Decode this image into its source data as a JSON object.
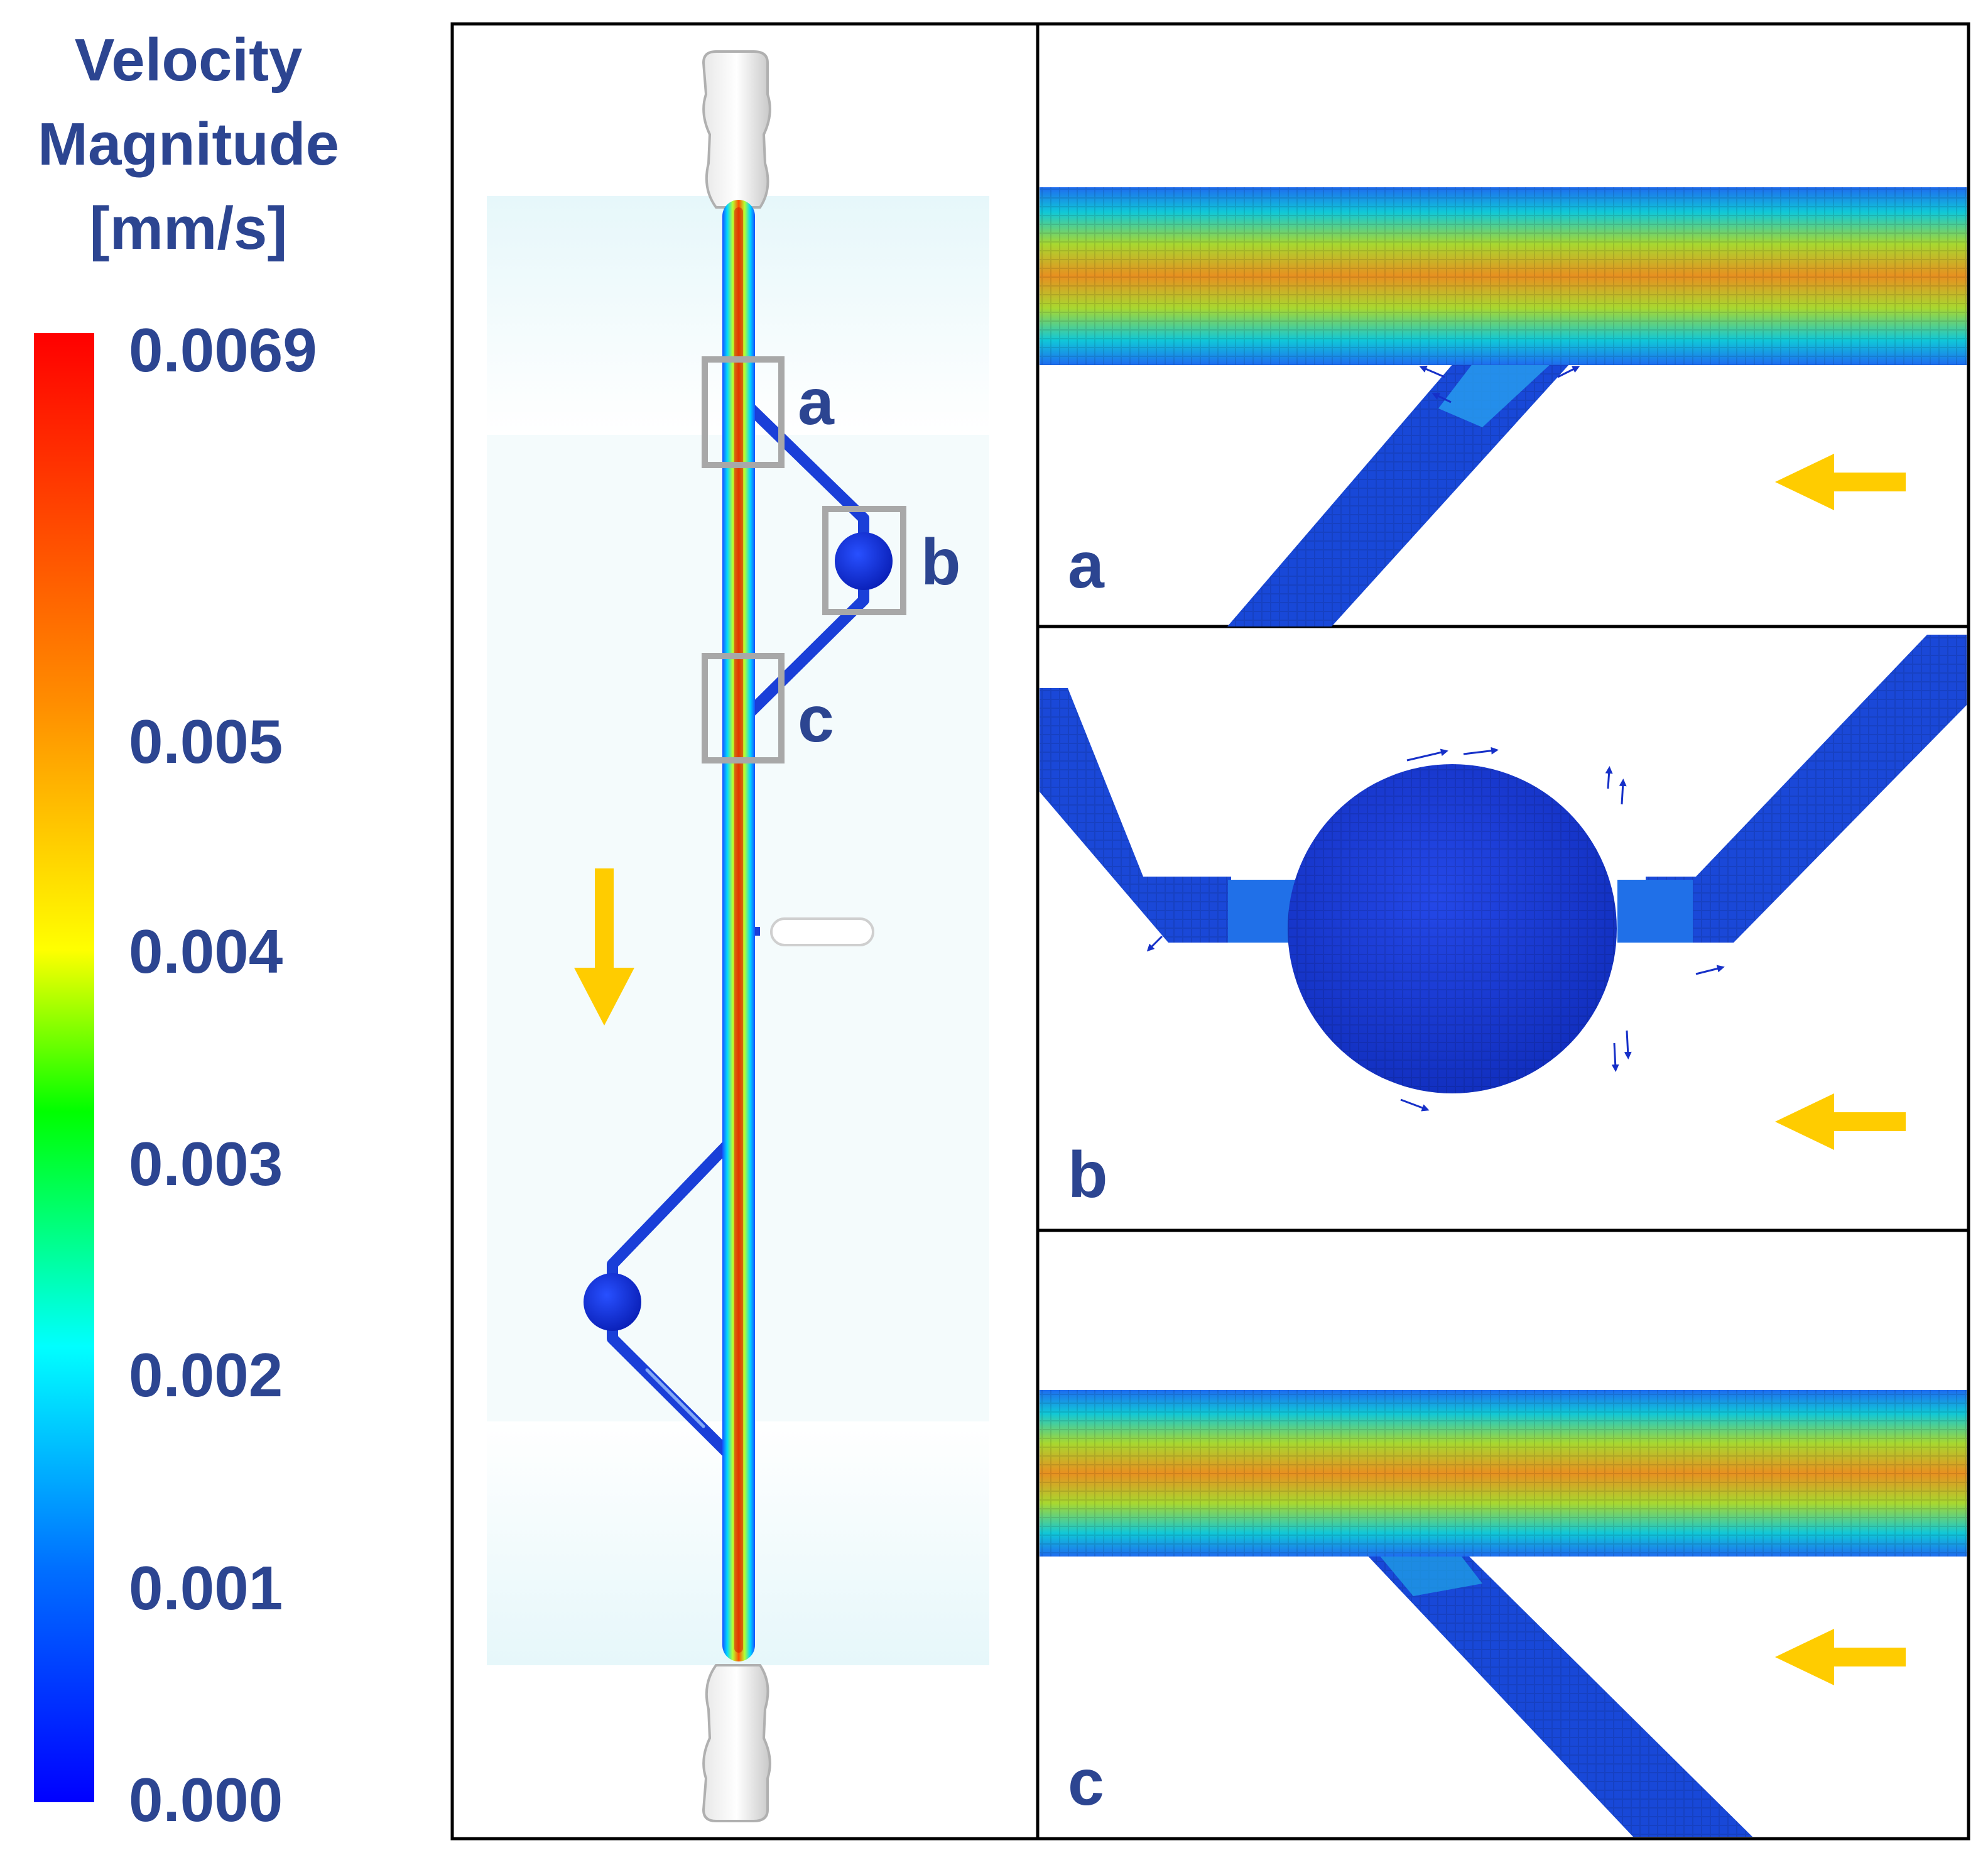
{
  "legend": {
    "title_lines": [
      "Velocity",
      "Magnitude",
      "[mm/s]"
    ],
    "ticks": [
      "0.0069",
      "0.005",
      "0.004",
      "0.003",
      "0.002",
      "0.001",
      "0.000"
    ],
    "colors": [
      "#0000ff",
      "#0060ff",
      "#00b0ff",
      "#00ffff",
      "#00ff60",
      "#60ff00",
      "#ffff00",
      "#ffc000",
      "#ff8000",
      "#ff0000"
    ]
  },
  "overview": {
    "region_labels": [
      "a",
      "b",
      "c"
    ]
  },
  "detail_panels": [
    {
      "label": "a"
    },
    {
      "label": "b"
    },
    {
      "label": "c"
    }
  ],
  "colors": {
    "text": "#2c4591",
    "arrow": "#ffcc00",
    "channel_blue": "#1a3fd8",
    "frame": "#000000",
    "box_grey": "#a8a8a8"
  }
}
